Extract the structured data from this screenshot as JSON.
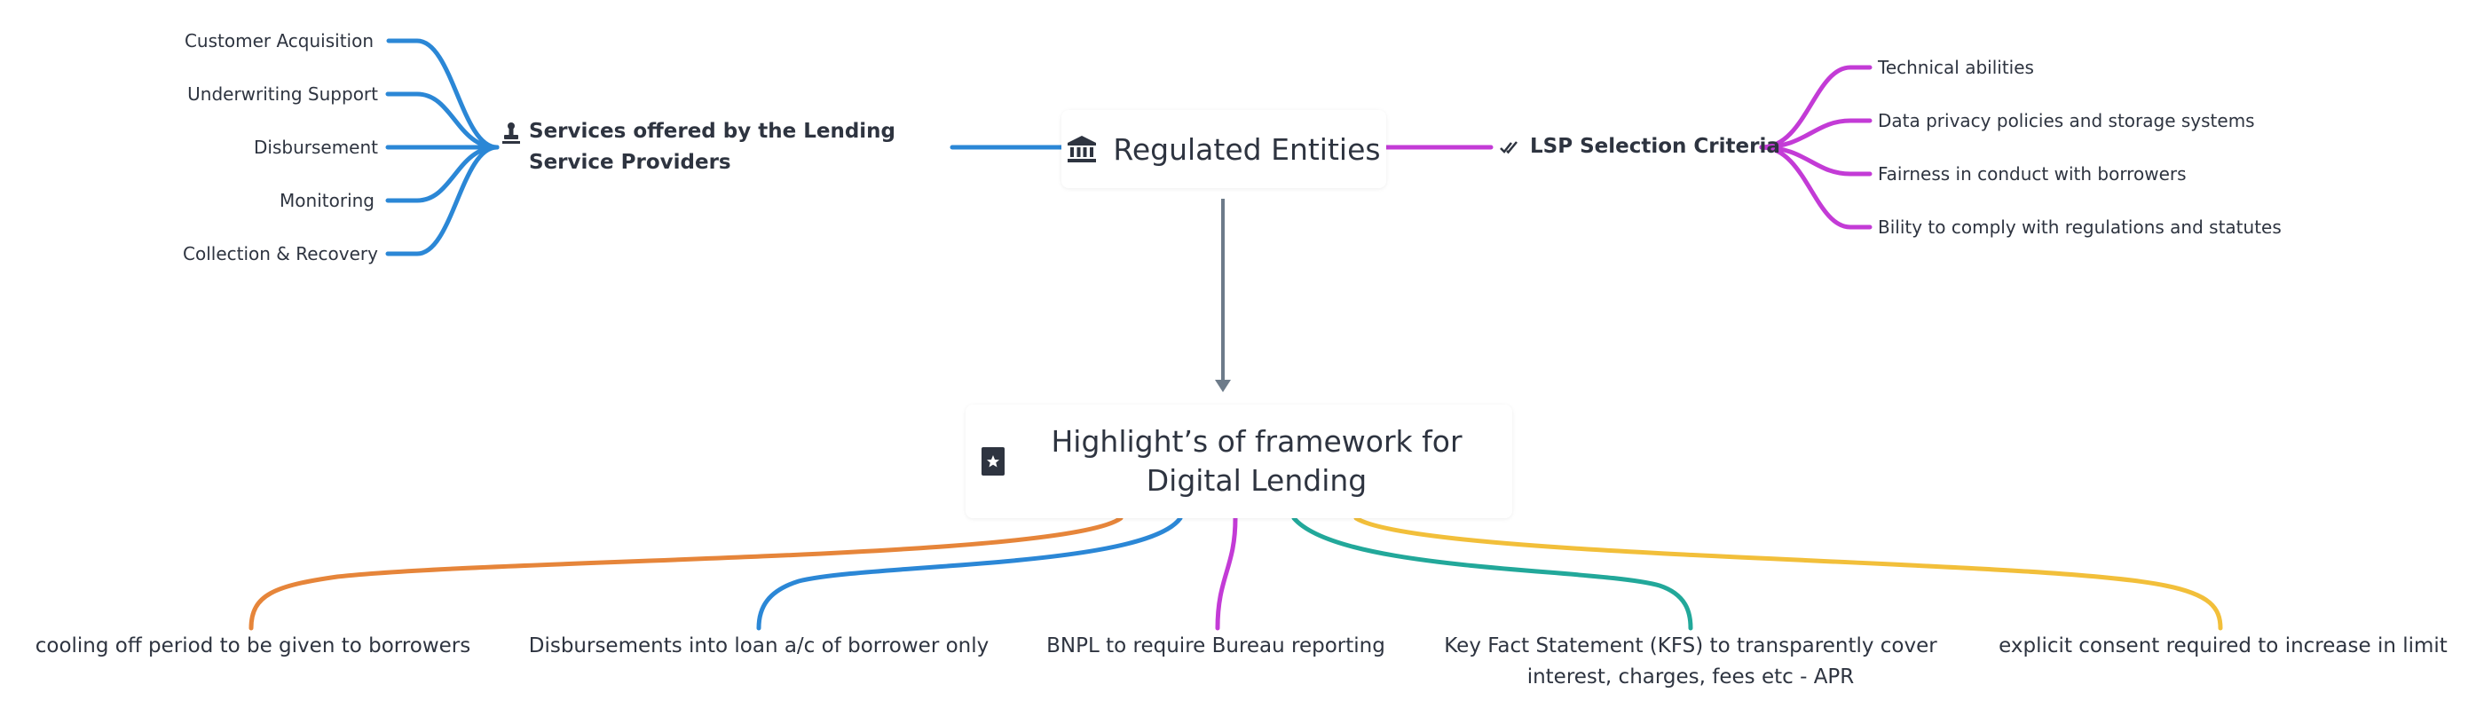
{
  "colors": {
    "blue": "#2b87d6",
    "magenta": "#c33bd6",
    "orange": "#e6853a",
    "teal": "#22a89a",
    "yellow": "#f2bf3a",
    "connector": "#6d7b8a",
    "text": "#2e3440"
  },
  "root": {
    "label": "Regulated Entities",
    "icon": "bank-icon"
  },
  "highlights": {
    "label": "Highlight’s of framework for Digital Lending",
    "icon": "star-badge-icon"
  },
  "services": {
    "label": "Services offered by the Lending Service Providers",
    "icon": "stamp-icon",
    "items": [
      "Customer Acquisition",
      "Underwriting Support",
      "Disbursement",
      "Monitoring",
      "Collection & Recovery"
    ]
  },
  "criteria": {
    "label": "LSP Selection Criteria",
    "icon": "double-check-icon",
    "items": [
      "Technical abilities",
      "Data privacy policies and storage systems",
      "Fairness in conduct with borrowers",
      "Bility to comply with regulations and statutes"
    ]
  },
  "framework_points": [
    "cooling off  period to be given to borrowers",
    "Disbursements  into loan a/c of borrower only",
    "BNPL to require Bureau reporting",
    "Key Fact Statement (KFS) to transparently cover interest, charges, fees etc - APR",
    "explicit consent  required to increase in limit"
  ]
}
